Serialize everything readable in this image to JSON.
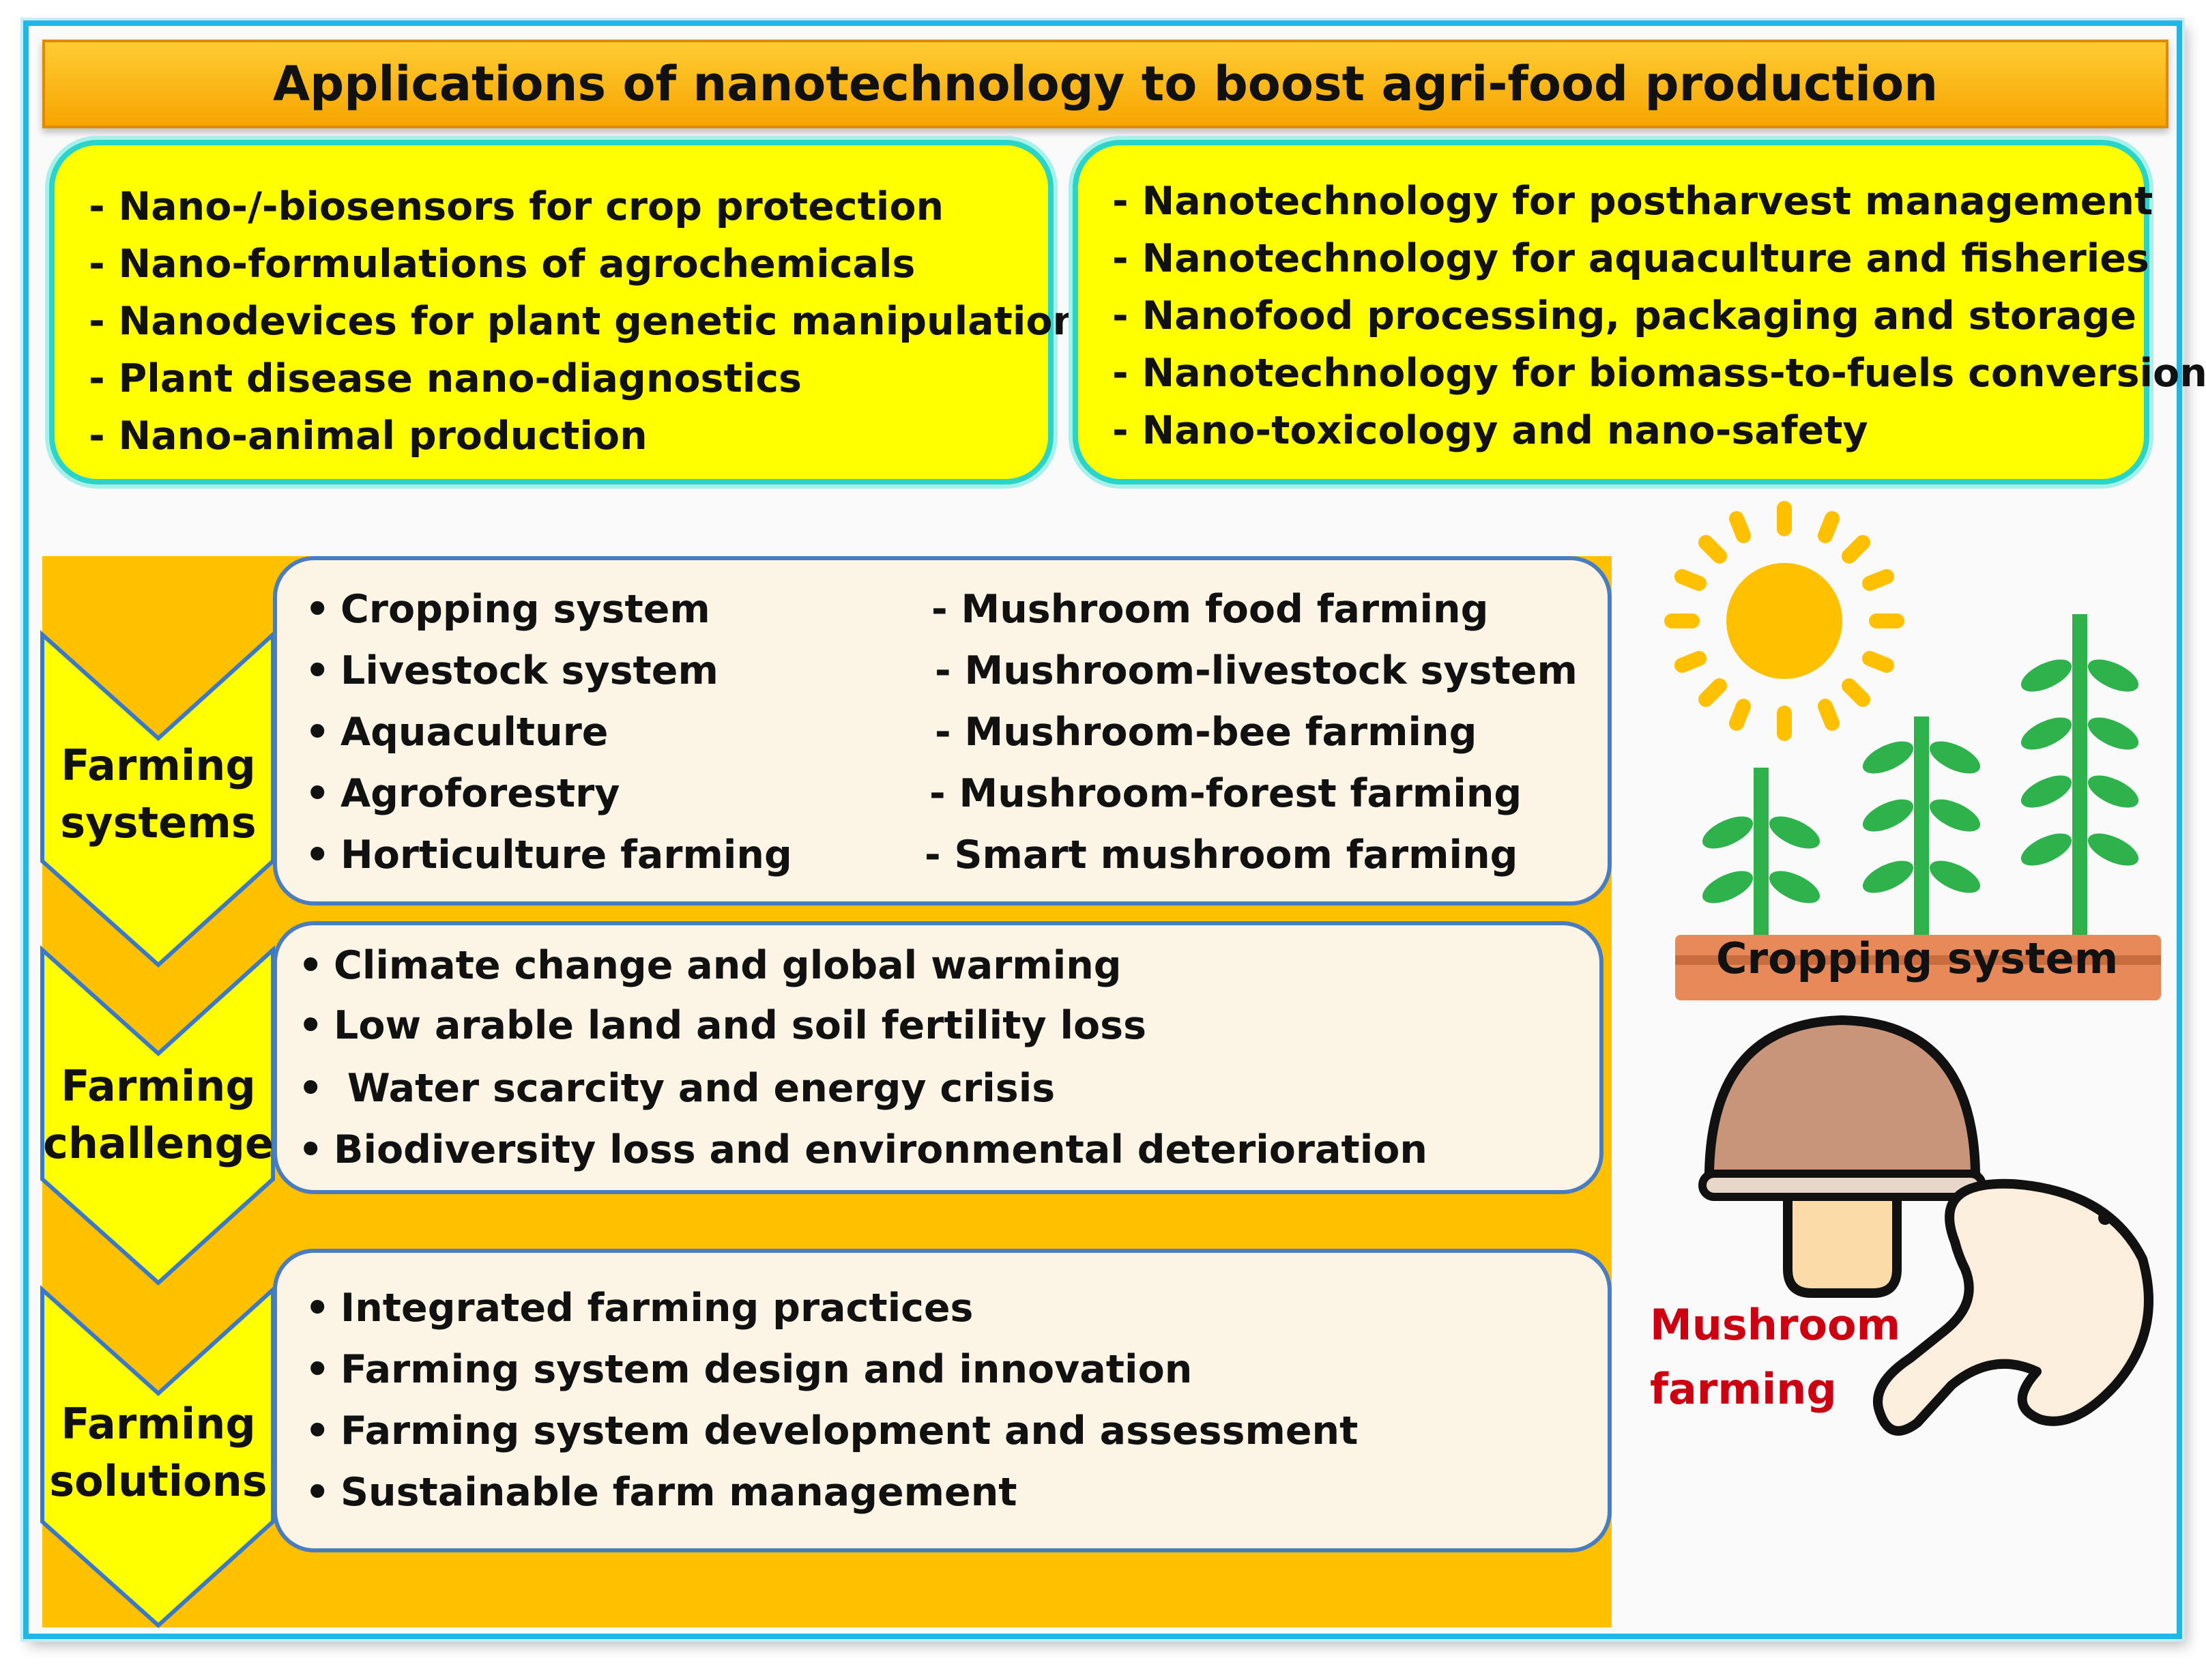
{
  "title": "Applications of nanotechnology to boost agri-food production",
  "top_left_items": [
    "- Nano-/-biosensors for crop protection",
    "- Nano-formulations of agrochemicals",
    "- Nanodevices for plant genetic manipulation",
    "- Plant disease nano-diagnostics",
    "- Nano-animal production"
  ],
  "top_right_items": [
    "- Nanotechnology for postharvest management",
    "- Nanotechnology for aquaculture and fisheries",
    "- Nanofood processing, packaging and storage",
    "- Nanotechnology for biomass-to-fuels conversion",
    "- Nano-toxicology and nano-safety"
  ],
  "stages": [
    {
      "label_lines": [
        "Farming",
        "systems"
      ],
      "col1": [
        "Cropping system",
        "Livestock system",
        "Aquaculture",
        "Agroforestry",
        "Horticulture farming"
      ],
      "col2": [
        "- Mushroom food farming",
        "- Mushroom-livestock system",
        "- Mushroom-bee farming",
        "- Mushroom-forest farming",
        "- Smart mushroom farming"
      ]
    },
    {
      "label_lines": [
        "Farming",
        "challenge"
      ],
      "col1": [
        "Climate change and global warming",
        "Low arable land and soil fertility loss",
        " Water scarcity and energy crisis",
        "Biodiversity loss and environmental deterioration"
      ]
    },
    {
      "label_lines": [
        "Farming",
        "solutions"
      ],
      "col1": [
        "Integrated farming practices",
        "Farming system design and innovation",
        "Farming system development and assessment",
        "Sustainable farm management"
      ]
    }
  ],
  "illustrations": {
    "cropping_label": "Cropping system",
    "mushroom_label_lines": [
      "Mushroom",
      "farming"
    ],
    "icons": [
      "sun-icon",
      "plant-icon",
      "soil-bed-icon",
      "mushroom-icon"
    ]
  },
  "colors": {
    "frame": "#1fb8e6",
    "title_bar": "#ffc000",
    "top_boxes": "#ffff00",
    "top_box_border": "#2ad4c8",
    "chevron": "#ffff00",
    "chevron_border": "#3a78c8",
    "panel_fill": "#fcf4e4",
    "panel_border": "#4a7dc0",
    "sun": "#ffc000",
    "plant": "#2eb24b",
    "soil": "#e8895a",
    "mushroom_cap": "#c9957a",
    "mushroom_label": "#cc0011"
  }
}
